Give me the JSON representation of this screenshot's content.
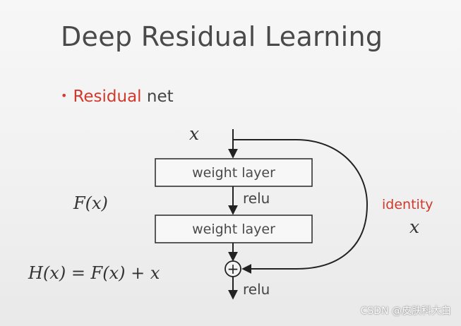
{
  "slide": {
    "title": "Deep Residual Learning",
    "bullet": {
      "highlight": "Residual",
      "rest": " net"
    }
  },
  "diagram": {
    "input_label": "x",
    "layer1_label": "weight layer",
    "layer2_label": "weight layer",
    "relu_mid": "relu",
    "relu_out": "relu",
    "fx_label": "F(x)",
    "hx_label": "H(x) = F(x) + x",
    "identity_label": "identity",
    "identity_x": "x",
    "plus_symbol": "+"
  },
  "watermark": "CSDN @皮肤科大白",
  "colors": {
    "accent_red": "#d0392b",
    "text_dark": "#444444",
    "line": "#222222"
  }
}
